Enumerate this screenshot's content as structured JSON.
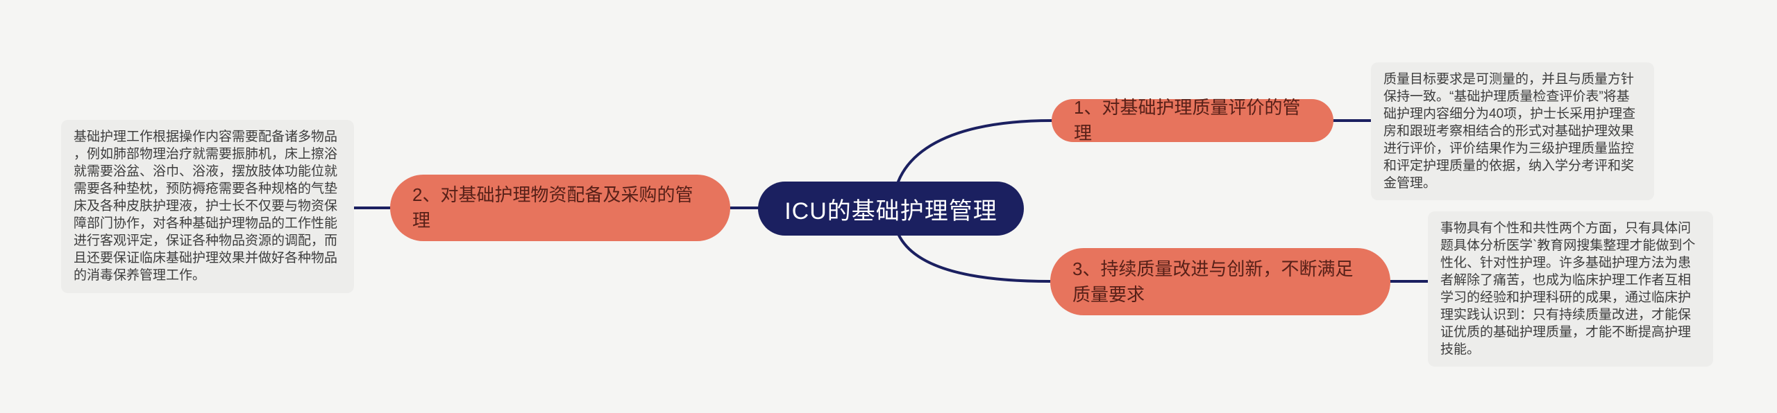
{
  "colors": {
    "canvas_bg": "#f5f5f3",
    "root_bg": "#1b2060",
    "root_text": "#ffffff",
    "branch_bg": "#e7745d",
    "branch_text": "#572018",
    "note_bg": "#ededeb",
    "note_text": "#3d3d3d",
    "connector": "#1b2060"
  },
  "mindmap": {
    "root": {
      "label": "ICU的基础护理管理"
    },
    "branches": [
      {
        "label": "1、对基础护理质量评价的管理",
        "note": "质量目标要求是可测量的，并且与质量方针保持一致。“基础护理质量检查评价表”将基础护理内容细分为40项，护士长采用护理查房和跟班考察相结合的形式对基础护理效果进行评价，评价结果作为三级护理质量监控和评定护理质量的依据，纳入学分考评和奖金管理。"
      },
      {
        "label": "2、对基础护理物资配备及采购的管理",
        "note": "基础护理工作根据操作内容需要配备诸多物品，例如肺部物理治疗就需要振肺机，床上擦浴就需要浴盆、浴巾、浴液，摆放肢体功能位就需要各种垫枕，预防褥疮需要各种规格的气垫床及各种皮肤护理液，护士长不仅要与物资保障部门协作，对各种基础护理物品的工作性能进行客观评定，保证各种物品资源的调配，而且还要保证临床基础护理效果并做好各种物品的消毒保养管理工作。"
      },
      {
        "label": "3、持续质量改进与创新，不断满足质量要求",
        "note": "事物具有个性和共性两个方面，只有具体问题具体分析医学`教育网搜集整理才能做到个性化、针对性护理。许多基础护理方法为患者解除了痛苦，也成为临床护理工作者互相学习的经验和护理科研的成果，通过临床护理实践认识到：只有持续质量改进，才能保证优质的基础护理质量，才能不断提高护理技能。"
      }
    ]
  }
}
